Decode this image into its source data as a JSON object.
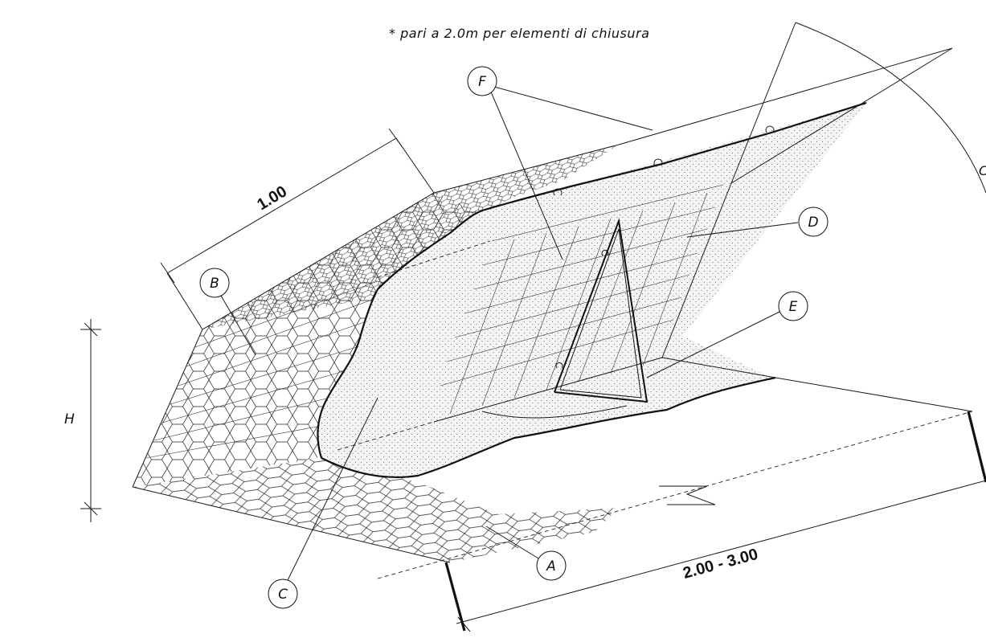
{
  "note": "* pari a 2.0m per elementi di chiusura",
  "dimensions": {
    "width_label": "1.00",
    "height_label": "H",
    "length_label": "2.00 - 3.00"
  },
  "callouts": {
    "a": "A",
    "b": "B",
    "c": "C",
    "d": "D",
    "e": "E",
    "f": "F"
  }
}
